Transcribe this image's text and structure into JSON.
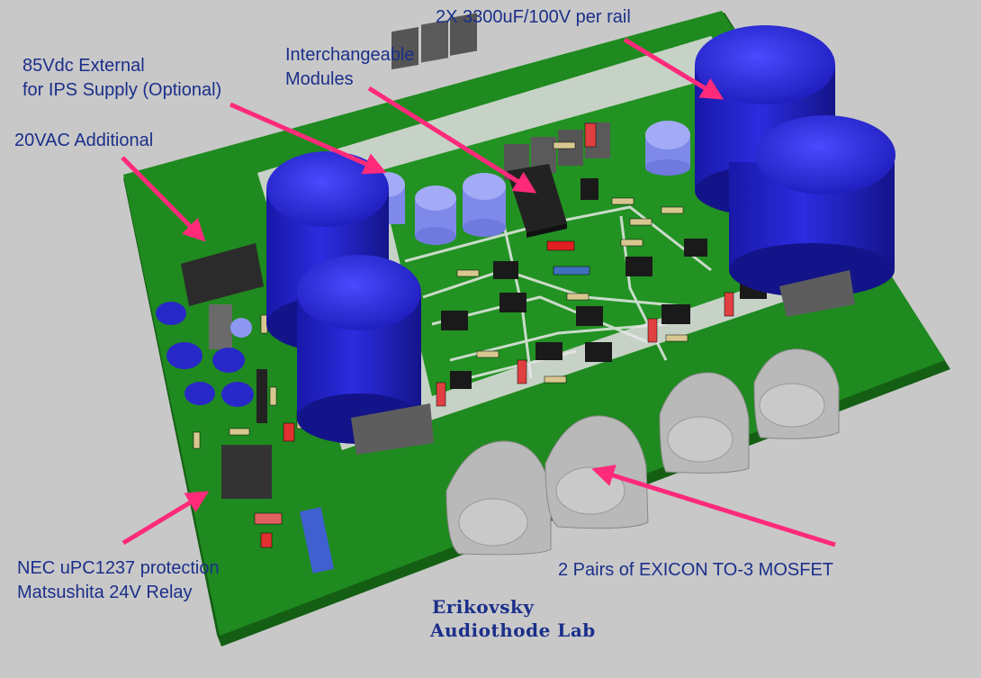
{
  "colors": {
    "background": "#c8c8c8",
    "pcb": "#1f8a1f",
    "pcb_dark": "#145f14",
    "label_text": "#1b2f8a",
    "arrow": "#ff2a7a",
    "capacitor": "#2a2ad0",
    "capacitor_small": "#8d97f2",
    "heatsink_plate": "#bdbdbd"
  },
  "annotations": {
    "caps_rail": "2X 3300uF/100V per rail",
    "modules_line1": "Interchangeable",
    "modules_line2": "Modules",
    "ext_supply_line1": "85Vdc External",
    "ext_supply_line2": "for IPS Supply (Optional)",
    "vac_additional": "20VAC Additional",
    "protection_line1": "NEC uPC1237 protection",
    "protection_line2": "Matsushita 24V Relay",
    "mosfet": "2 Pairs of EXICON TO-3 MOSFET"
  },
  "credit": {
    "line1": "Erikovsky",
    "line2": "Audiothode Lab"
  },
  "icons": [
    "capacitor-icon",
    "relay-icon",
    "mosfet-to3-icon",
    "ic-chip-icon",
    "resistor-icon",
    "arrow-icon"
  ]
}
